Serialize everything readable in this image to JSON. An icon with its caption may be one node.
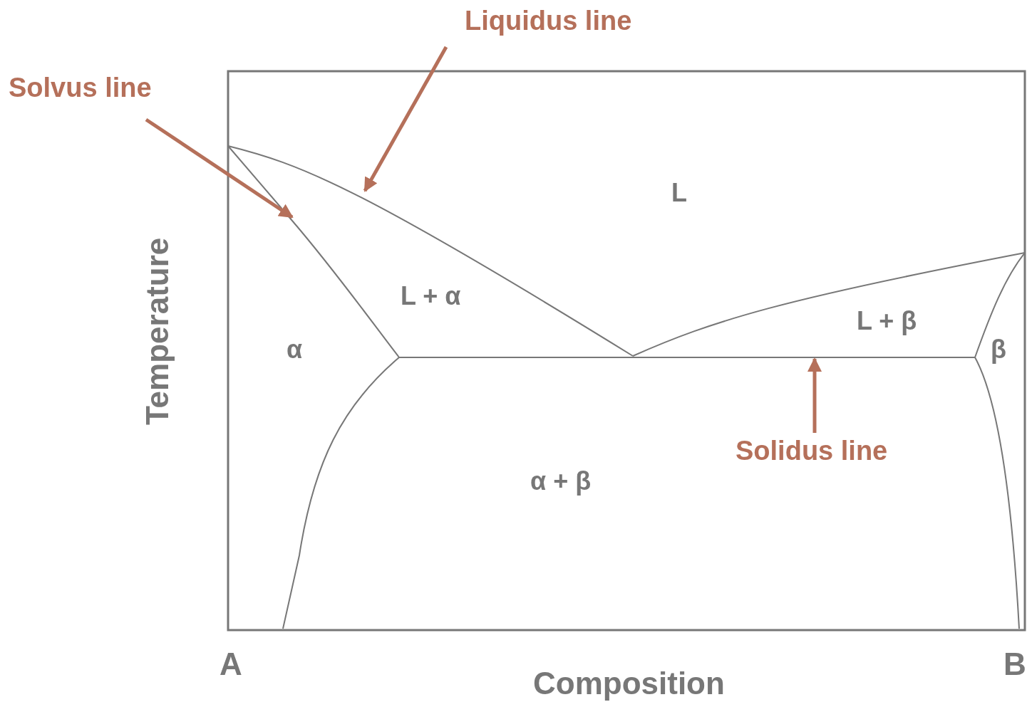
{
  "diagram": {
    "nodes": [
      {
        "text": [
          "Liquidus line"
        ]
      },
      {
        "text": [
          "Solvus line"
        ]
      },
      {
        "text": [
          "Solidus line"
        ]
      }
    ],
    "edges": [
      {
        "from": 0,
        "to": null,
        "arrow": "to"
      },
      {
        "from": 1,
        "to": null,
        "arrow": "to"
      },
      {
        "from": 2,
        "to": null,
        "arrow": "to"
      }
    ],
    "labels": [
      "L",
      "L + α",
      "L + β",
      "α",
      "β",
      "α + β",
      "Temperature",
      "A",
      "B",
      "Composition"
    ]
  }
}
